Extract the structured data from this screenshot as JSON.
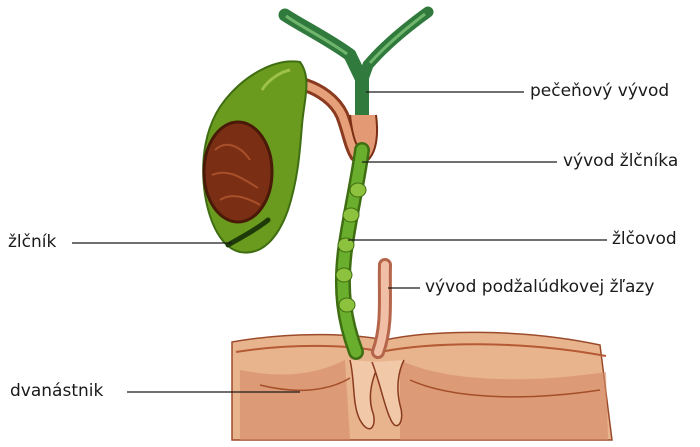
{
  "labels": {
    "hepatic_duct": "pečeňový vývod",
    "cystic_duct": "vývod žlčníka",
    "gallbladder": "žlčník",
    "bile_duct": "žlčovod",
    "pancreatic_duct": "vývod podžalúdkovej žľazy",
    "duodenum": "dvanástnik"
  },
  "colors": {
    "gallbladder_green": "#6a9a1e",
    "gallbladder_dark": "#3f6e12",
    "interior_brown": "#7a2e14",
    "duct_green": "#3f8a4a",
    "bile_duct_green": "#5a9a2a",
    "pancreatic_pink": "#e0a183",
    "duodenum_tan": "#d9a07c",
    "duodenum_dark": "#9c4b2a",
    "leader_line": "#1a1a1a"
  }
}
